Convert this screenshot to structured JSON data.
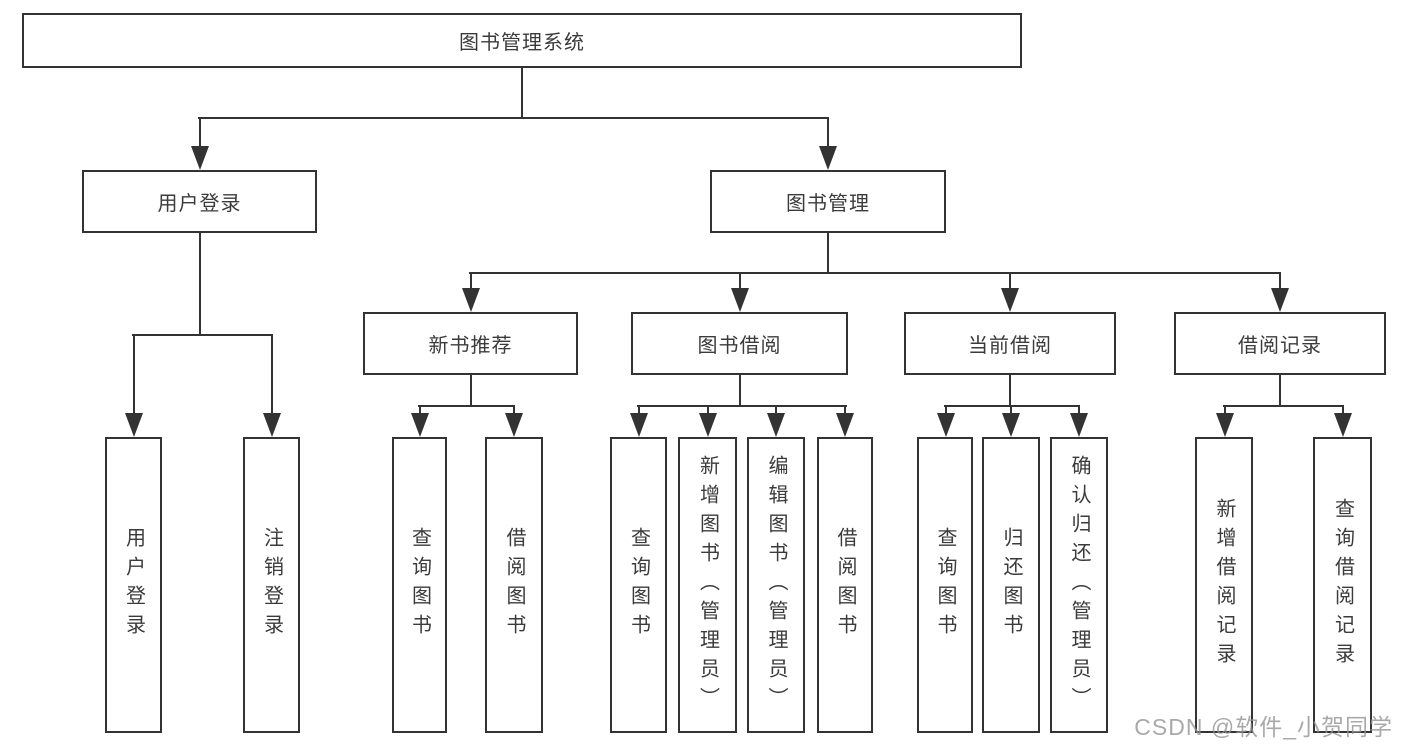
{
  "watermark": "CSDN @软件_小贺同学",
  "colors": {
    "line": "#333333",
    "text": "#3b3b3b",
    "watermark": "#949494",
    "background": "#ffffff"
  },
  "tree": {
    "root": {
      "label": "图书管理系统"
    },
    "branches": [
      {
        "label": "用户登录",
        "children": [
          {
            "label": "用户登录"
          },
          {
            "label": "注销登录"
          }
        ]
      },
      {
        "label": "图书管理",
        "children": [
          {
            "label": "新书推荐",
            "children": [
              {
                "label": "查询图书"
              },
              {
                "label": "借阅图书"
              }
            ]
          },
          {
            "label": "图书借阅",
            "children": [
              {
                "label": "查询图书"
              },
              {
                "label": "新增图书（管理员）"
              },
              {
                "label": "编辑图书（管理员）"
              },
              {
                "label": "借阅图书"
              }
            ]
          },
          {
            "label": "当前借阅",
            "children": [
              {
                "label": "查询图书"
              },
              {
                "label": "归还图书"
              },
              {
                "label": "确认归还（管理员）"
              }
            ]
          },
          {
            "label": "借阅记录",
            "children": [
              {
                "label": "新增借阅记录"
              },
              {
                "label": "查询借阅记录"
              }
            ]
          }
        ]
      }
    ]
  }
}
